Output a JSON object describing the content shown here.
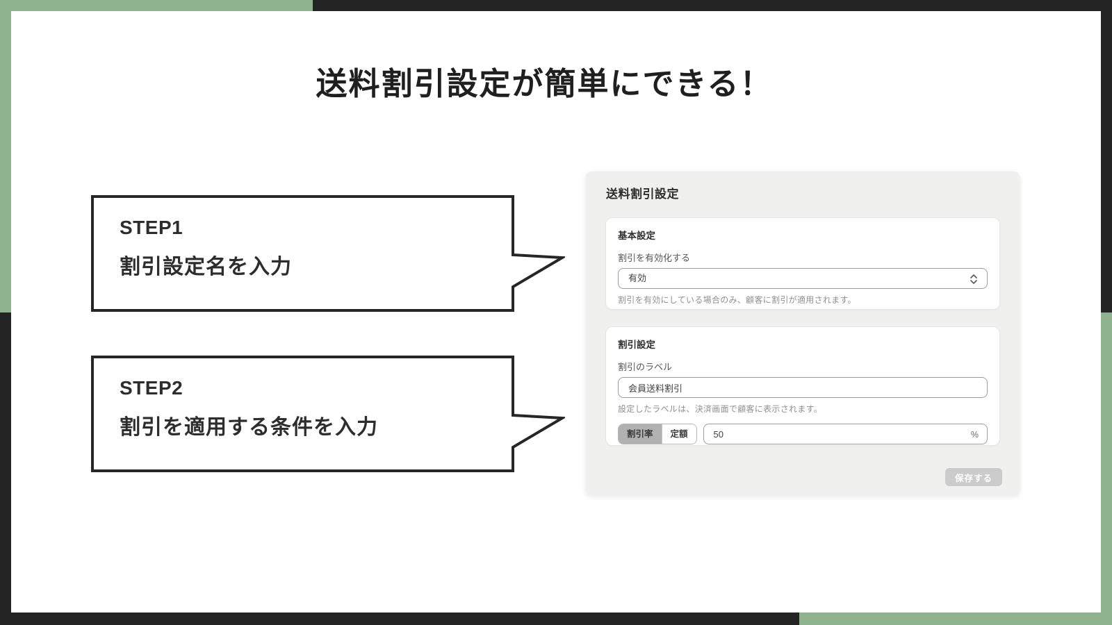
{
  "frame": {
    "green": "#8FB38F",
    "black": "#242424"
  },
  "title": "送料割引設定が簡単にできる！",
  "steps": [
    {
      "label": "STEP1",
      "description": "割引設定名を入力"
    },
    {
      "label": "STEP2",
      "description": "割引を適用する条件を入力"
    }
  ],
  "panel": {
    "title": "送料割引設定",
    "basic_section": {
      "heading": "基本設定",
      "field_label": "割引を有効化する",
      "select_value": "有効",
      "select_icon": "chevron-up-down-icon",
      "help_text": "割引を有効にしている場合のみ、顧客に割引が適用されます。"
    },
    "discount_section": {
      "heading": "割引設定",
      "label_field_label": "割引のラベル",
      "label_field_value": "会員送料割引",
      "help_text": "設定したラベルは、決済画面で顧客に表示されます。",
      "type_toggle": {
        "options": [
          "割引率",
          "定額"
        ],
        "selected": "割引率"
      },
      "amount_value": "50",
      "amount_unit": "%"
    },
    "save_button": "保存する"
  }
}
